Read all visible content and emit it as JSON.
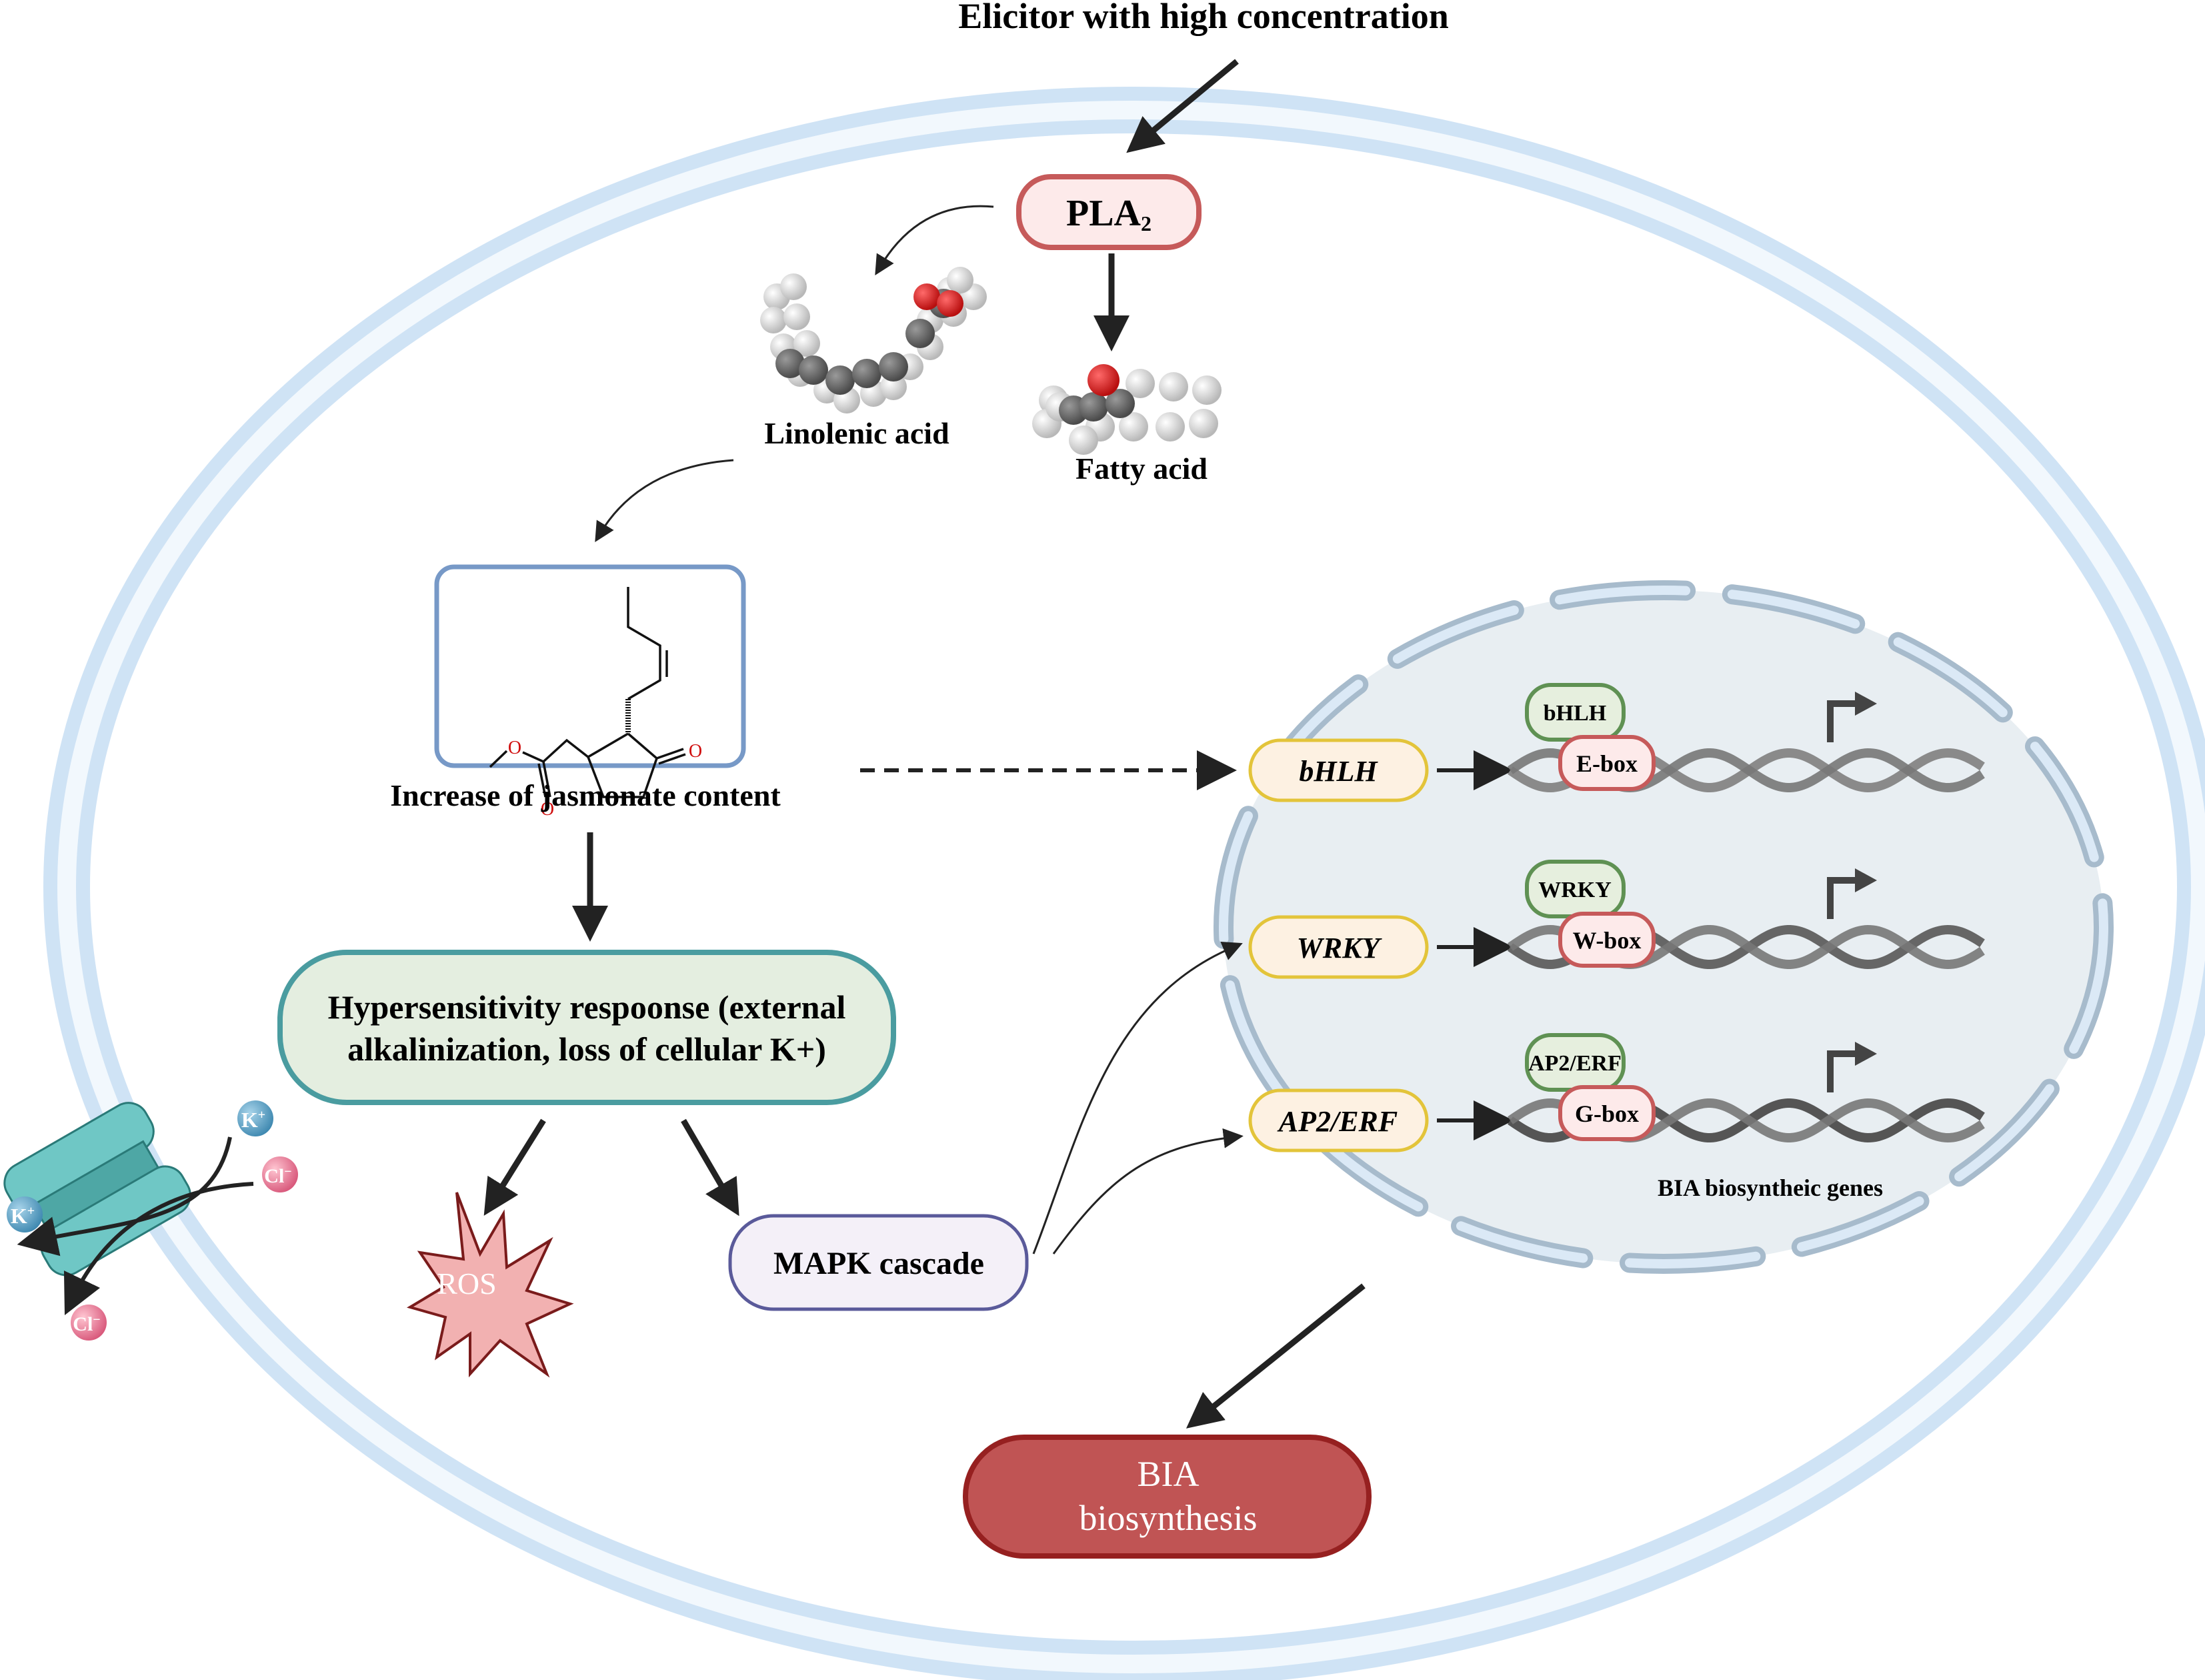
{
  "title": "Elicitor with high concentration",
  "enzyme": {
    "label": "PLA",
    "subscript": "2"
  },
  "molecules": {
    "linolenic_acid": "Linolenic acid",
    "fatty_acid": "Fatty acid",
    "jasmonate_label": "Increase of jasmonate content",
    "jasmonate_atoms": [
      "O",
      "O",
      "O"
    ]
  },
  "hypersensitivity": {
    "line1": "Hypersensitivity respoonse (external",
    "line2": "alkalinization, loss of cellular K+)"
  },
  "ions": {
    "k": "K",
    "k_charge": "+",
    "cl": "Cl",
    "cl_charge": "−"
  },
  "ros": "ROS",
  "mapk": "MAPK cascade",
  "transcription_factors": [
    {
      "name": "bHLH",
      "protein": "bHLH",
      "box": "E-box"
    },
    {
      "name": "WRKY",
      "protein": "WRKY",
      "box": "W-box"
    },
    {
      "name": "AP2/ERF",
      "protein": "AP2/ERF",
      "box": "G-box"
    }
  ],
  "genes_label": "BIA biosyntheic genes",
  "output": {
    "line1": "BIA",
    "line2": "biosynthesis"
  },
  "colors": {
    "membrane": "#cfe3f5",
    "nucleus": "#e8eef2",
    "pla_border": "#c65a5a",
    "pla_fill": "#fdeaea",
    "jasmonate_border": "#7799c7",
    "hr_border": "#4a9ca0",
    "hr_fill": "#e4eee0",
    "tf_border": "#e3c43a",
    "tf_fill": "#fdf1e2",
    "protein_border": "#5f9153",
    "protein_fill": "#e6efde",
    "box_border": "#c65a5a",
    "box_fill": "#fdeaea",
    "mapk_border": "#5a5a9a",
    "mapk_fill": "#f4f0f8",
    "ros_fill": "#f2b1b1",
    "ros_border": "#7a1b1b",
    "output_fill": "#c05454",
    "output_border": "#962020",
    "channel": "#6fc7c5"
  }
}
